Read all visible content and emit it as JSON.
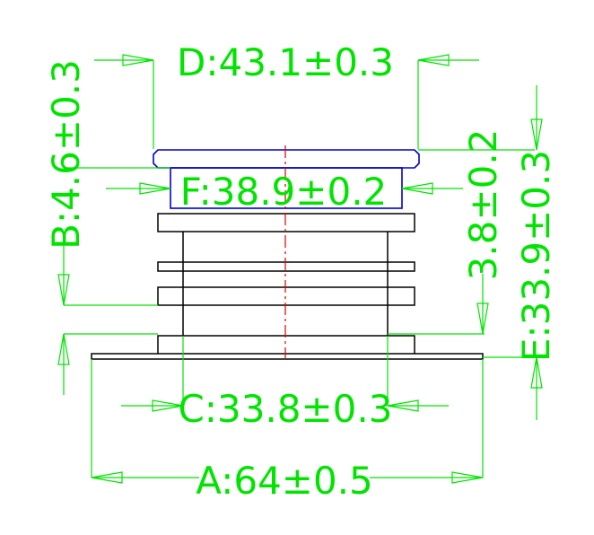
{
  "dimensions": {
    "A": "A:64±0.5",
    "B": "B:4.6±0.3",
    "C": "C:33.8±0.3",
    "D": "D:43.1±0.3",
    "E": "E:33.9±0.3",
    "F": "F:38.9±0.2",
    "G": "3.8±0.2"
  },
  "colors": {
    "dimension": "#00e400",
    "outline": "#000000",
    "cap_outline": "#0000cc",
    "centerline": "#dd0000",
    "background": "#ffffff"
  }
}
